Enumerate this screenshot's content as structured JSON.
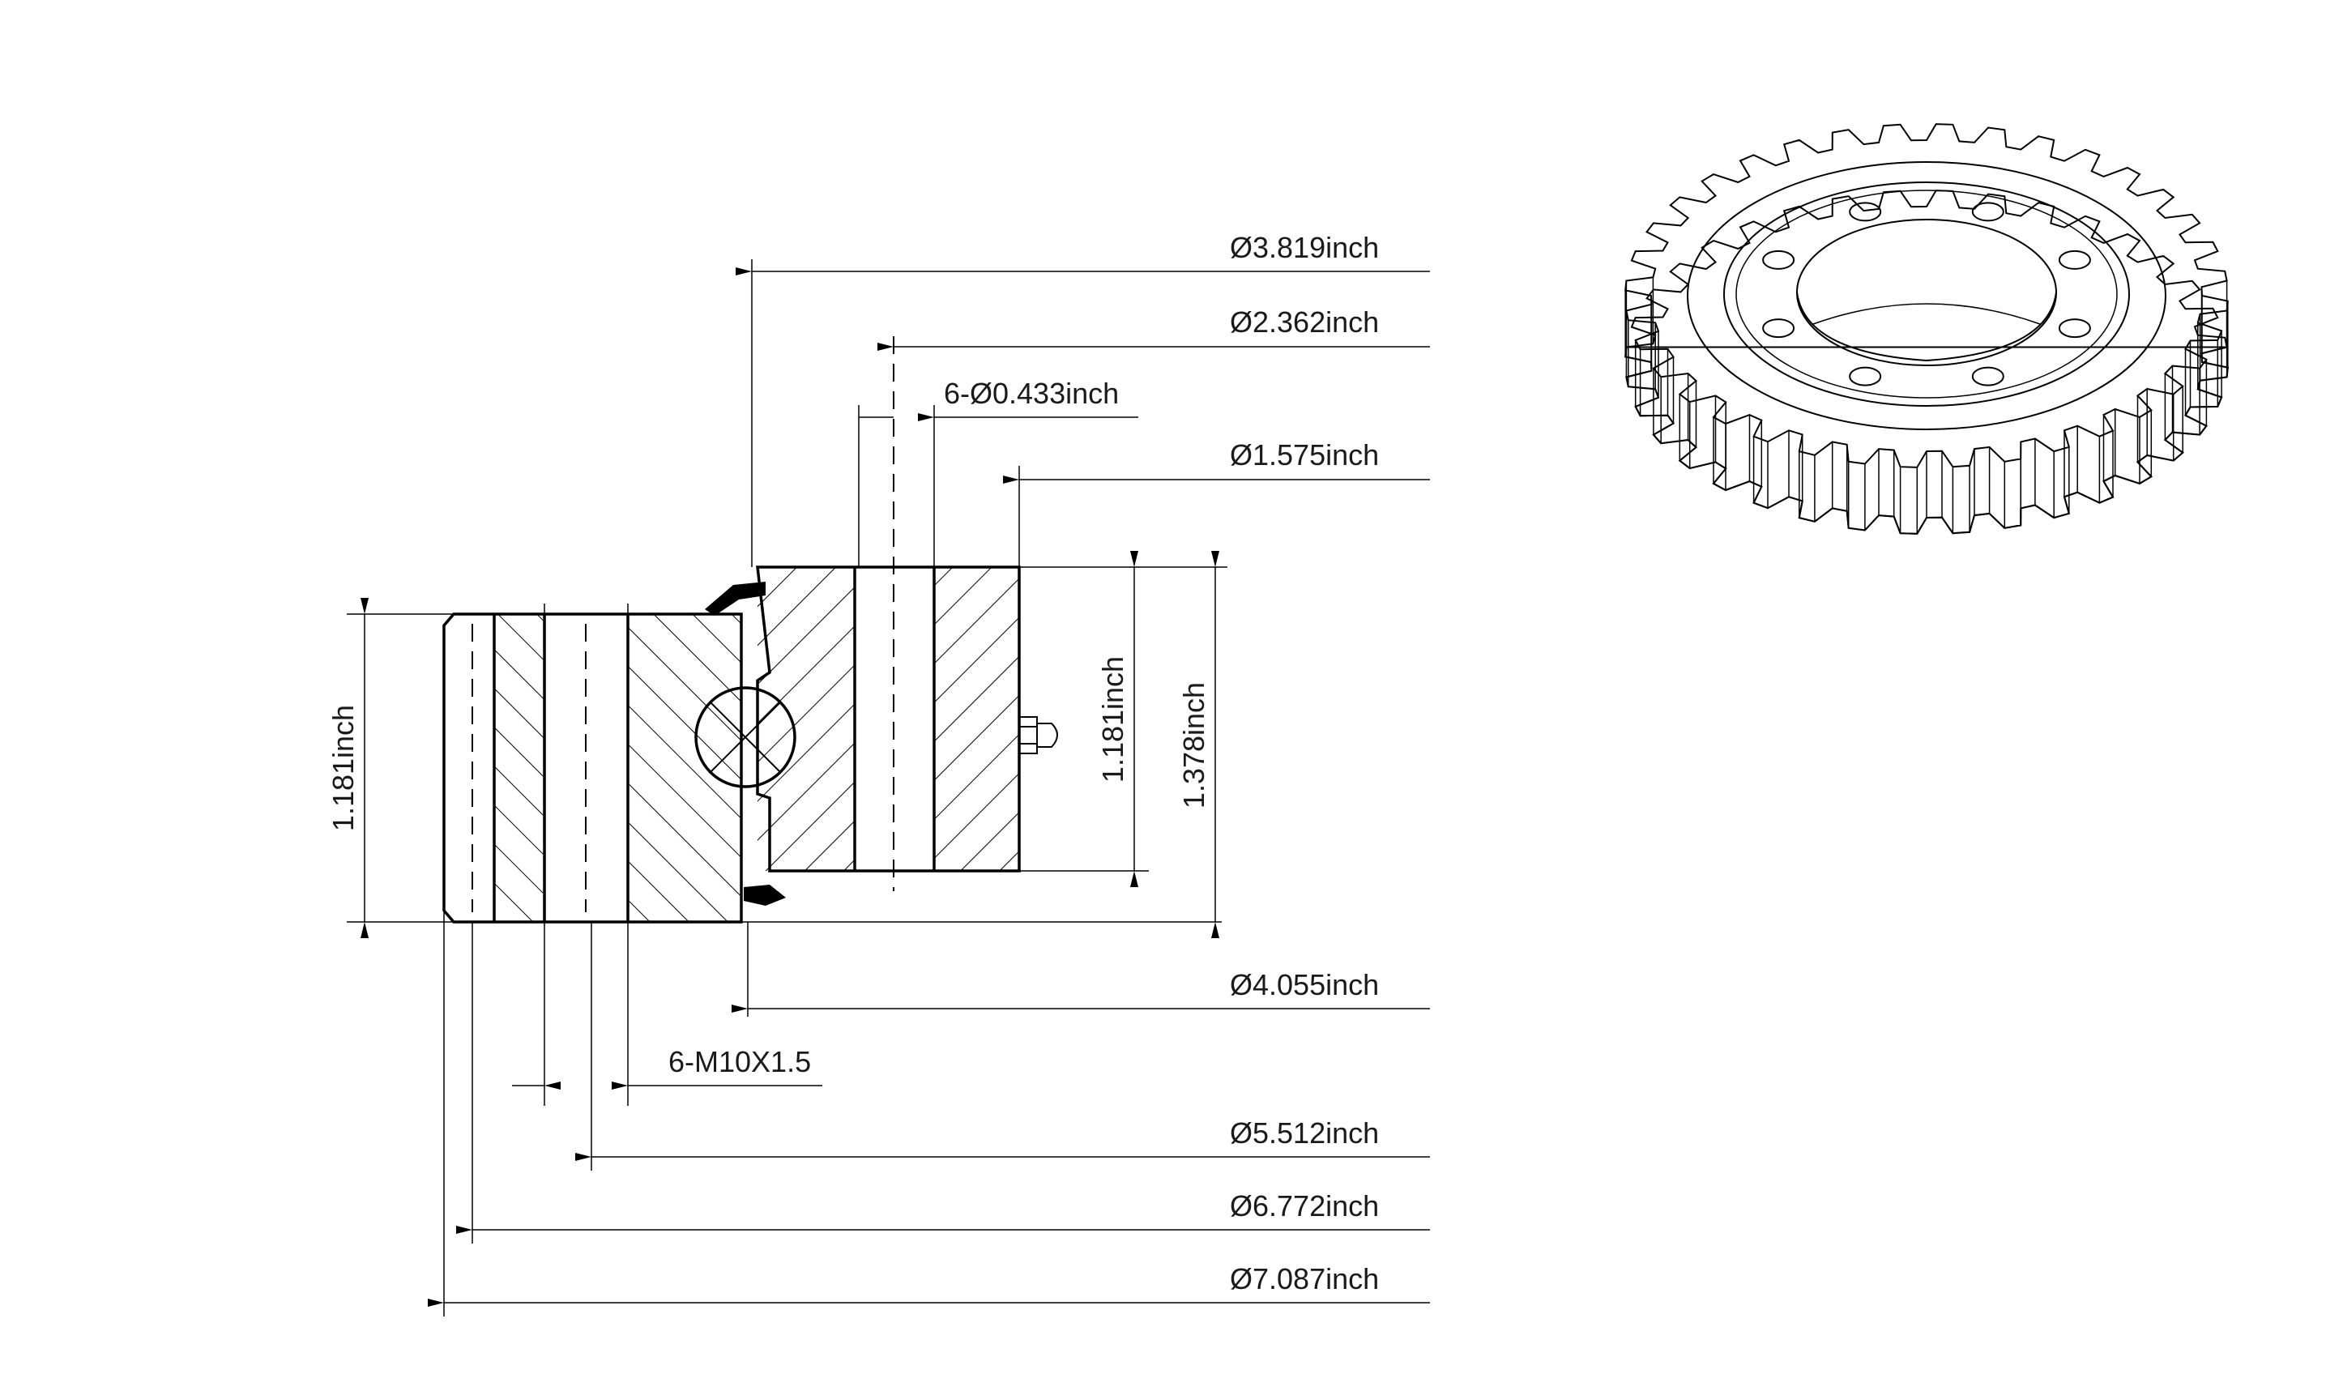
{
  "section_view": {
    "dimensions": {
      "d_3819": "Ø3.819inch",
      "d_2362": "Ø2.362inch",
      "holes": "6-Ø0.433inch",
      "d_1575": "Ø1.575inch",
      "h_inner": "1.181inch",
      "h_total": "1.378inch",
      "h_outer": "1.181inch",
      "d_4055": "Ø4.055inch",
      "thread": "6-M10X1.5",
      "d_5512": "Ø5.512inch",
      "d_6772": "Ø6.772inch",
      "d_7087": "Ø7.087inch"
    }
  },
  "iso_view": {
    "gear_teeth": 36,
    "bolt_holes": 8
  },
  "colors": {
    "line": "#000000",
    "background": "#ffffff"
  }
}
